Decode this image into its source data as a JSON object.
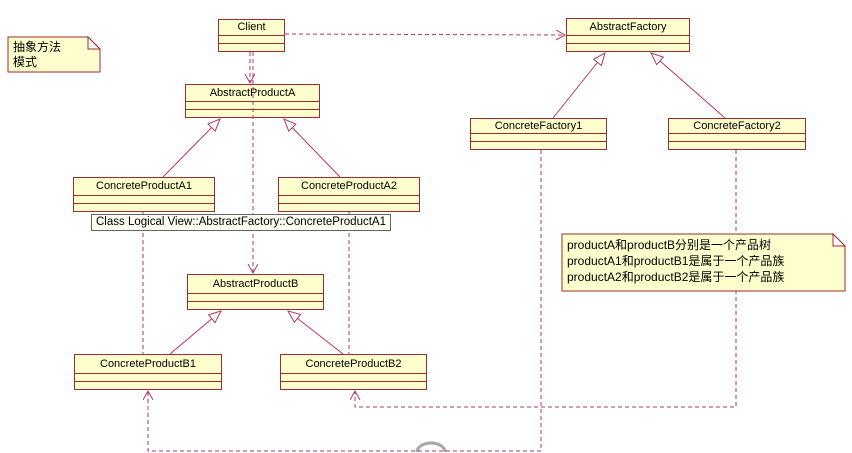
{
  "diagram": {
    "classes": {
      "client": {
        "name": "Client"
      },
      "abstract_factory": {
        "name": "AbstractFactory"
      },
      "abstract_product_a": {
        "name": "AbstractProductA"
      },
      "concrete_factory_1": {
        "name": "ConcreteFactory1"
      },
      "concrete_factory_2": {
        "name": "ConcreteFactory2"
      },
      "concrete_product_a1": {
        "name": "ConcreteProductA1"
      },
      "concrete_product_a2": {
        "name": "ConcreteProductA2"
      },
      "abstract_product_b": {
        "name": "AbstractProductB"
      },
      "concrete_product_b1": {
        "name": "ConcreteProductB1"
      },
      "concrete_product_b2": {
        "name": "ConcreteProductB2"
      }
    },
    "notes": {
      "pattern_note": {
        "lines": [
          "抽象方法",
          "模式"
        ]
      },
      "product_note": {
        "lines": [
          "productA和productB分别是一个产品树",
          "productA1和productB1是属于一个产品族",
          "productA2和productB2是属于一个产品族"
        ]
      }
    },
    "tooltip": {
      "text": "Class Logical View::AbstractFactory::ConcreteProductA1"
    },
    "colors": {
      "box_fill": "#FFFFCE",
      "box_border": "#9C2B33",
      "line": "#B03A5E",
      "note_fill": "#FFFFCE",
      "tooltip_bg": "#FDFDF2",
      "tooltip_border": "#646464",
      "artifact_gray": "#A6A6A6"
    }
  }
}
